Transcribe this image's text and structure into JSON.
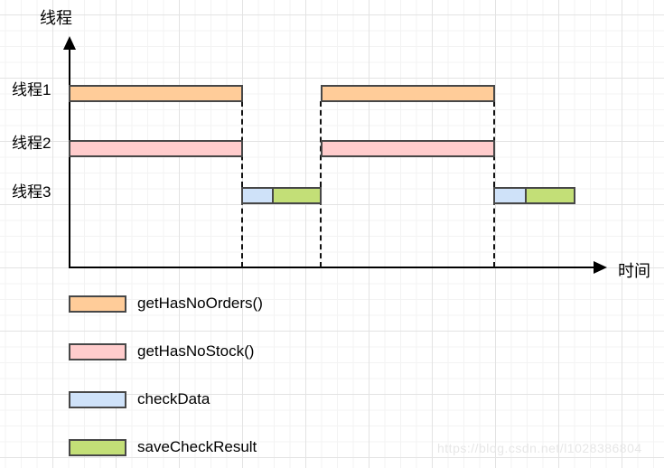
{
  "axes": {
    "y_title": "线程",
    "x_title": "时间"
  },
  "threads": {
    "t1": "线程1",
    "t2": "线程2",
    "t3": "线程3"
  },
  "bars": [
    {
      "thread": "线程1",
      "group": 1,
      "task": "getHasNoOrders()"
    },
    {
      "thread": "线程2",
      "group": 1,
      "task": "getHasNoStock()"
    },
    {
      "thread": "线程3",
      "group": 1,
      "task": "checkData"
    },
    {
      "thread": "线程3",
      "group": 1,
      "task": "saveCheckResult"
    },
    {
      "thread": "线程1",
      "group": 2,
      "task": "getHasNoOrders()"
    },
    {
      "thread": "线程2",
      "group": 2,
      "task": "getHasNoStock()"
    },
    {
      "thread": "线程3",
      "group": 2,
      "task": "checkData"
    },
    {
      "thread": "线程3",
      "group": 2,
      "task": "saveCheckResult"
    }
  ],
  "legend": {
    "items": [
      {
        "label": "getHasNoOrders()",
        "color": "#FFCC99"
      },
      {
        "label": "getHasNoStock()",
        "color": "#FFCCCC"
      },
      {
        "label": "checkData",
        "color": "#CFE2F9"
      },
      {
        "label": "saveCheckResult",
        "color": "#C3DF77"
      }
    ]
  },
  "colors": {
    "orange": "#FFCC99",
    "pink": "#FFCCCC",
    "blue": "#CFE2F9",
    "green": "#C3DF77",
    "border": "#474747"
  },
  "watermark": "https://blog.csdn.net/l1028386804"
}
